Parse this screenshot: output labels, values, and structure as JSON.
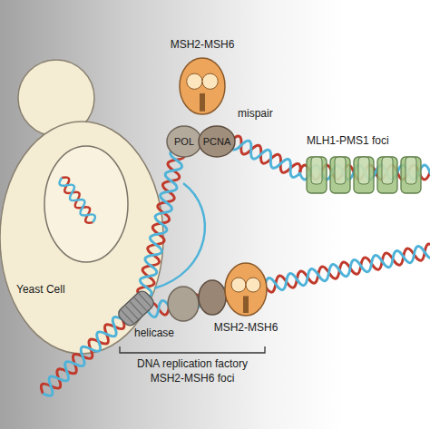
{
  "diagram": {
    "nodes": [
      {
        "text": [
          "MSH2-MSH6"
        ]
      },
      {
        "text": [
          "POL"
        ]
      },
      {
        "text": [
          "PCNA"
        ]
      },
      {
        "text": [
          "MLH1-PMS1 foci"
        ]
      },
      {
        "text": [
          "Yeast Cell"
        ]
      },
      {
        "text": [
          "helicase"
        ]
      },
      {
        "text": [
          "MSH2-MSH6"
        ]
      }
    ],
    "labels": [
      "mispair",
      "DNA replication factory",
      "MSH2-MSH6 foci"
    ]
  }
}
